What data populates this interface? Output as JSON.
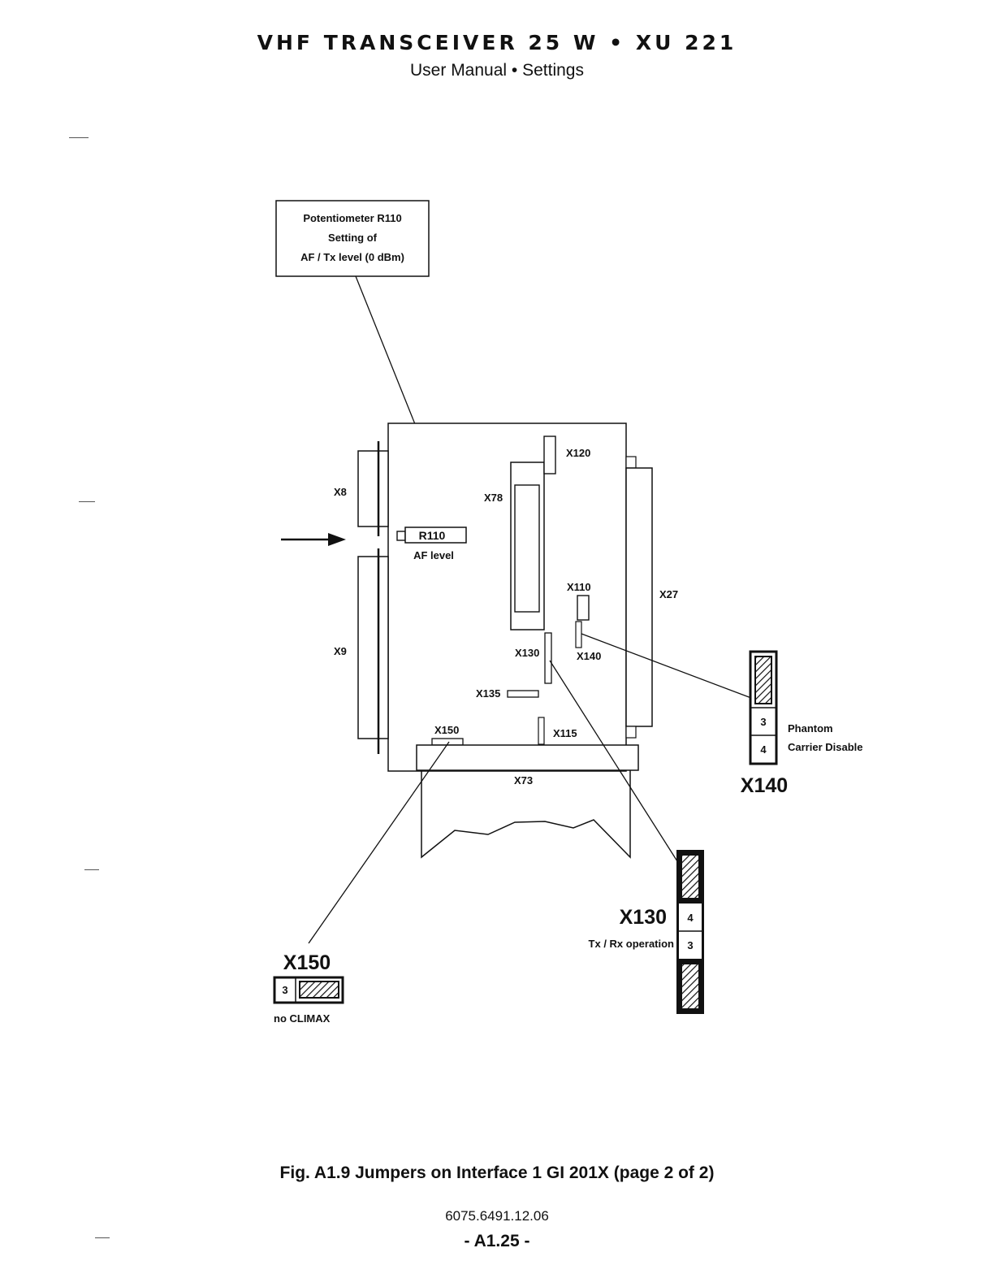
{
  "header": {
    "title": "VHF TRANSCEIVER 25 W • XU 221",
    "subtitle": "User Manual • Settings"
  },
  "callout": {
    "line1": "Potentiometer R110",
    "line2": "Setting of",
    "line3": "AF / Tx  level (0 dBm)"
  },
  "board_labels": {
    "x8": "X8",
    "x9": "X9",
    "x78": "X78",
    "x120": "X120",
    "x27": "X27",
    "x110": "X110",
    "x130": "X130",
    "x140": "X140",
    "x135": "X135",
    "x150": "X150",
    "x115": "X115",
    "x73": "X73",
    "r110": "R110",
    "af_level": "AF level"
  },
  "jumpers": {
    "x140": {
      "title": "X140",
      "pin3": "3",
      "pin4": "4",
      "desc1": "Phantom",
      "desc2": "Carrier Disable"
    },
    "x130": {
      "title": "X130",
      "pin4": "4",
      "pin3": "3",
      "desc": "Tx / Rx operation"
    },
    "x150": {
      "title": "X150",
      "pin3": "3",
      "desc": "no CLIMAX"
    }
  },
  "footer": {
    "caption": "Fig. A1.9   Jumpers on Interface 1  GI 201X  (page 2 of 2)",
    "doc_number": "6075.6491.12.06",
    "page_number": "- A1.25 -"
  }
}
